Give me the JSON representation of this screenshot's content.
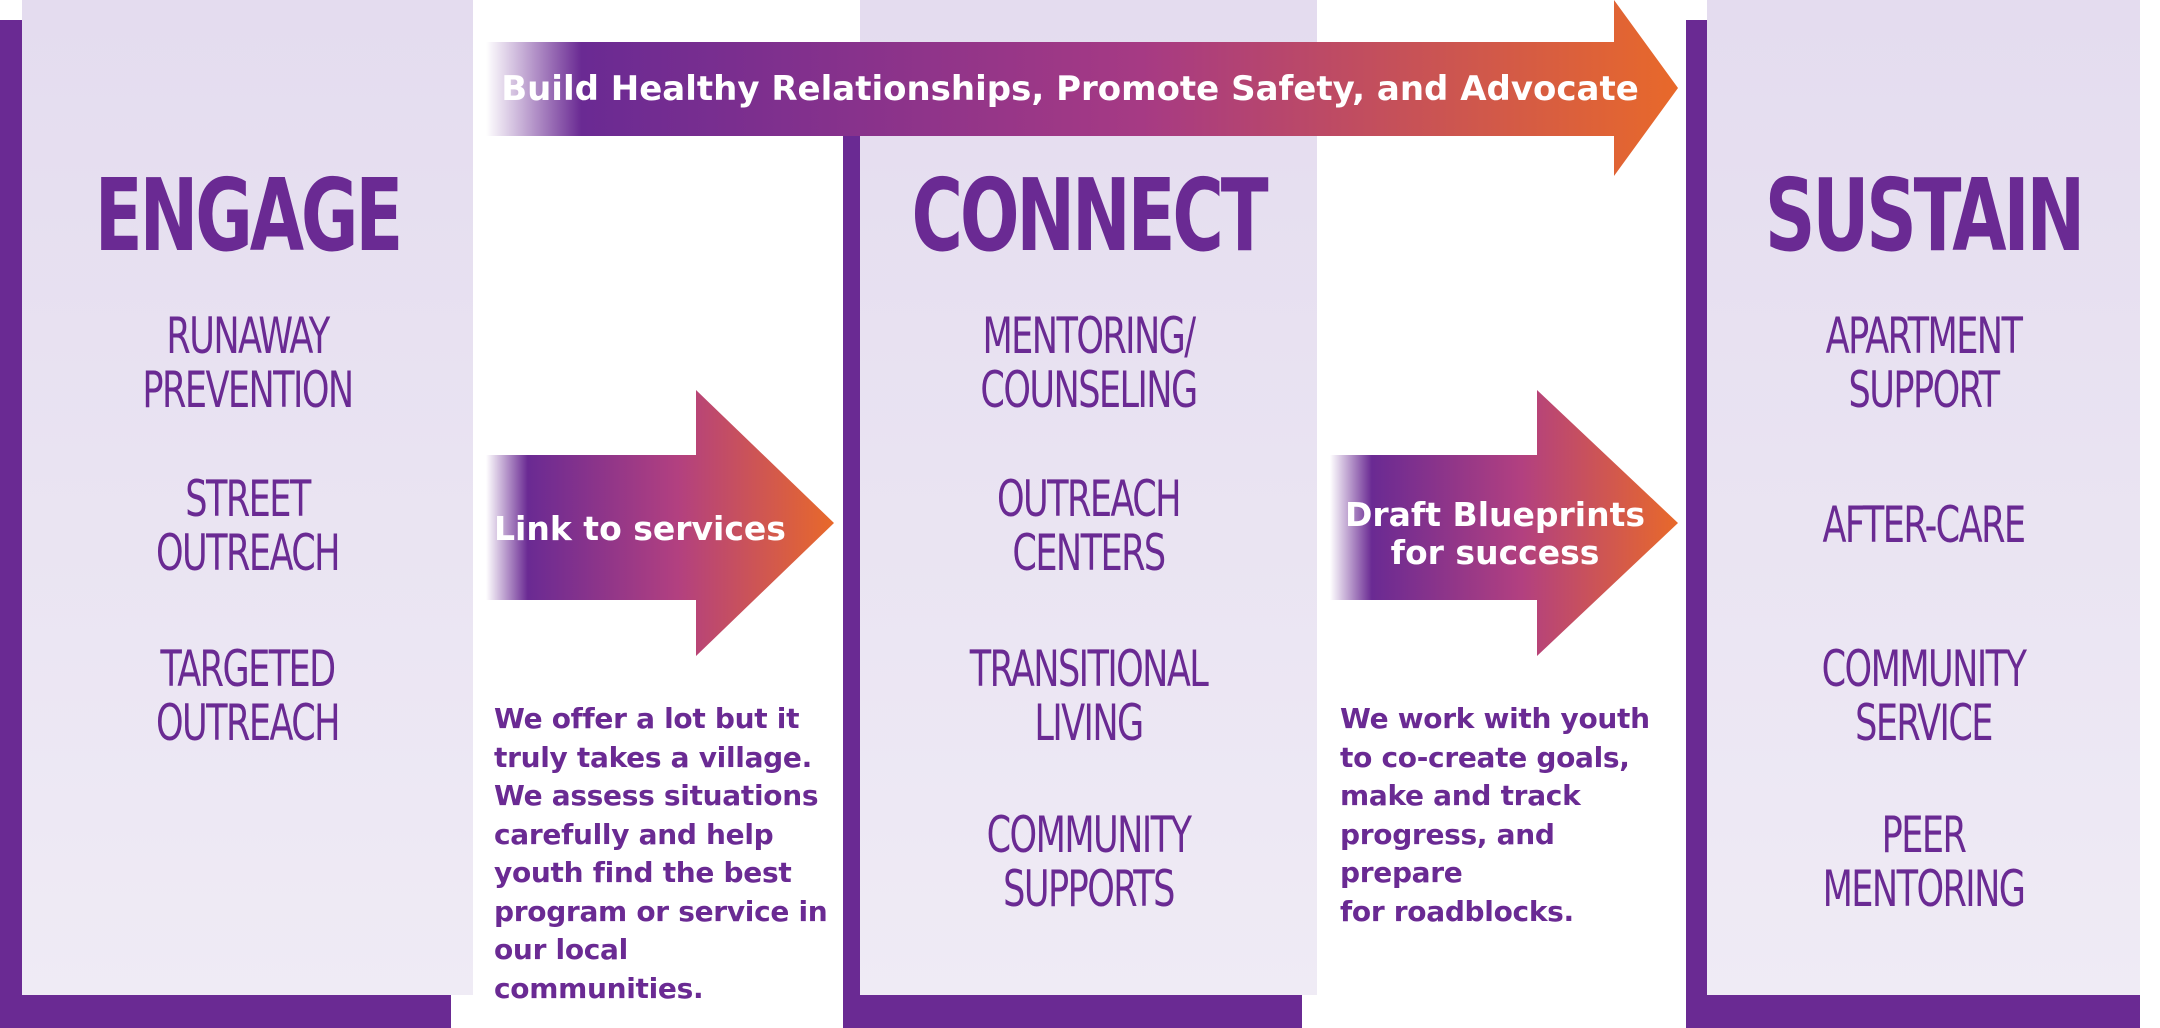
{
  "colors": {
    "purple": "#6a2a93",
    "orange": "#e8692a",
    "panel": "#e8e1f1"
  },
  "top_banner": {
    "label": "Build Healthy Relationships, Promote Safety, and Advocate"
  },
  "columns": [
    {
      "title": "ENGAGE",
      "items": [
        "RUNAWAY\nPREVENTION",
        "STREET\nOUTREACH",
        "TARGETED\nOUTREACH"
      ]
    },
    {
      "title": "CONNECT",
      "items": [
        "MENTORING/\nCOUNSELING",
        "OUTREACH\nCENTERS",
        "TRANSITIONAL\nLIVING",
        "COMMUNITY\nSUPPORTS"
      ]
    },
    {
      "title": "SUSTAIN",
      "items": [
        "APARTMENT\nSUPPORT",
        "AFTER-CARE",
        "COMMUNITY\nSERVICE",
        "PEER\nMENTORING"
      ]
    }
  ],
  "arrows": [
    {
      "label": "Link to services",
      "description": "We offer a lot but it\ntruly takes a village.\nWe assess situations\ncarefully and help\nyouth find the best\nprogram or service in\nour local communities."
    },
    {
      "label": "Draft Blueprints\nfor success",
      "description": "We work with youth\nto co-create goals,\nmake and track\nprogress, and prepare\nfor roadblocks."
    }
  ]
}
